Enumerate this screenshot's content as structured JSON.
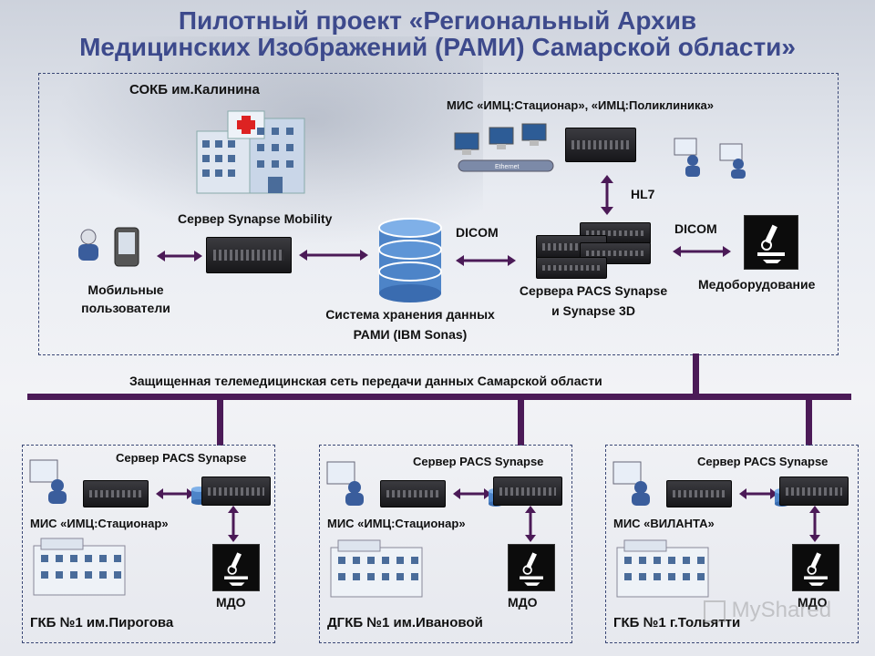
{
  "title": {
    "line1": "Пилотный проект «Региональный Архив",
    "line2": "Медицинских Изображений (РАМИ) Самарской области»"
  },
  "top": {
    "hospital": "СОКБ им.Калинина",
    "mis": "МИС «ИМЦ:Стационар», «ИМЦ:Поликлиника»",
    "hl7": "HL7",
    "mobility_server": "Сервер Synapse Mobility",
    "dicom_left": "DICOM",
    "dicom_right": "DICOM",
    "mobile_users_1": "Мобильные",
    "mobile_users_2": "пользователи",
    "storage_1": "Система хранения данных",
    "storage_2": "РАМИ (IBM Sonas)",
    "pacs_1": "Сервера PACS Synapse",
    "pacs_2": "и Synapse 3D",
    "equipment": "Медоборудование",
    "ethernet": "Ethernet"
  },
  "network_label": "Защищенная телемедицинская сеть передачи данных Самарской области",
  "branches": [
    {
      "server": "Сервер PACS Synapse",
      "mis": "МИС «ИМЦ:Стационар»",
      "mdo": "МДО",
      "name": "ГКБ №1 им.Пирогова"
    },
    {
      "server": "Сервер PACS Synapse",
      "mis": "МИС «ИМЦ:Стационар»",
      "mdo": "МДО",
      "name": "ДГКБ №1 им.Ивановой"
    },
    {
      "server": "Сервер PACS Synapse",
      "mis": "МИС «ВИЛАНТА»",
      "mdo": "МДО",
      "name": "ГКБ №1 г.Тольятти"
    }
  ],
  "watermark": "MyShared",
  "colors": {
    "title": "#3d4a8c",
    "bus": "#4b1a57",
    "arrow": "#4b1a57"
  }
}
